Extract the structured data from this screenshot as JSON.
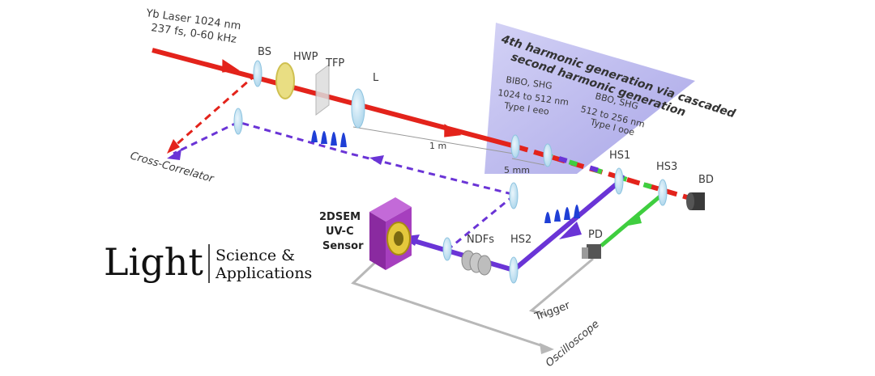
{
  "laser": {
    "line1": "Yb Laser 1024 nm",
    "line2": "237 fs, 0-60 kHz"
  },
  "components": {
    "bs": "BS",
    "hwp": "HWP",
    "tfp": "TFP",
    "lens": "L",
    "hs1": "HS1",
    "hs2": "HS2",
    "hs3": "HS3",
    "bd": "BD",
    "pd": "PD",
    "ndfs": "NDFs"
  },
  "header": {
    "line1": "4th harmonic generation via cascaded",
    "line2": "second harmonic generation"
  },
  "crystal1": {
    "line1": "BIBO, SHG",
    "line2": "1024 to 512 nm",
    "line3": "Type I eeo"
  },
  "crystal2": {
    "line1": "BBO, SHG",
    "line2": "512 to 256 nm",
    "line3": "Type I ooe"
  },
  "distances": {
    "long": "1 m",
    "short": "5 mm"
  },
  "sensor": {
    "line1": "2DSEM",
    "line2": "UV-C",
    "line3": "Sensor"
  },
  "outputs": {
    "cross_correlator": "Cross-Correlator",
    "trigger": "Trigger",
    "oscilloscope": "Oscilloscope"
  },
  "logo": {
    "main": "Light",
    "line1": "Science &",
    "line2": "Applications"
  },
  "colors": {
    "ir": "#e3231b",
    "green": "#3fce3f",
    "uv": "#6a34d6",
    "pulse": "#1f3fd6",
    "panel": "#b6b4ec"
  }
}
